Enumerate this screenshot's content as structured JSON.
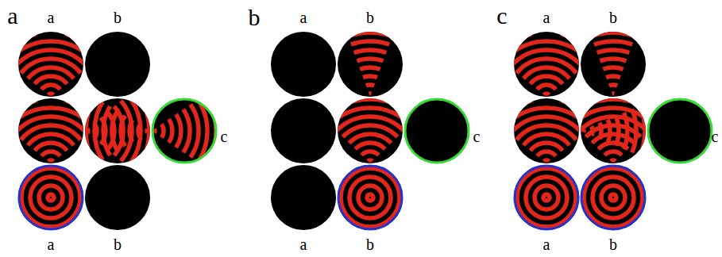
{
  "diagram": {
    "labels": [
      "a",
      "a",
      "b",
      "c",
      "a",
      "b",
      "b",
      "a",
      "b",
      "c",
      "a",
      "b",
      "c",
      "a",
      "b",
      "c",
      "a",
      "b"
    ]
  }
}
